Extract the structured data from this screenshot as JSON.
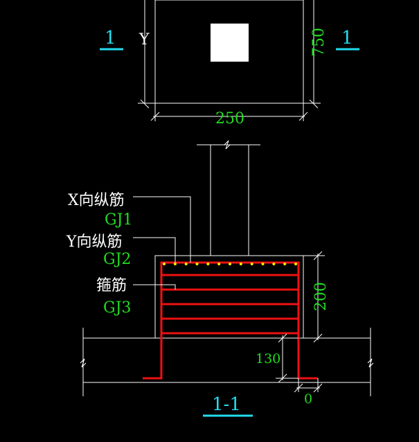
{
  "section_marks": {
    "left": "1",
    "right": "1"
  },
  "plan": {
    "axis_label": "Y",
    "dim_width": "250",
    "dim_height": "750"
  },
  "section": {
    "title": "1-1",
    "x_bar_label": "X向纵筋",
    "x_bar_code": "GJ1",
    "y_bar_label": "Y向纵筋",
    "y_bar_code": "GJ2",
    "stirrup_label": "箍筋",
    "stirrup_code": "GJ3",
    "dim_height": "200",
    "dim_anchor": "130",
    "dim_offset": "0"
  },
  "colors": {
    "background": "#000000",
    "lines": "#ffffff",
    "rebar": "#ee1111",
    "dims": "#22dd22",
    "marks": "#22ddee",
    "bar_dots": "#ffee00"
  }
}
